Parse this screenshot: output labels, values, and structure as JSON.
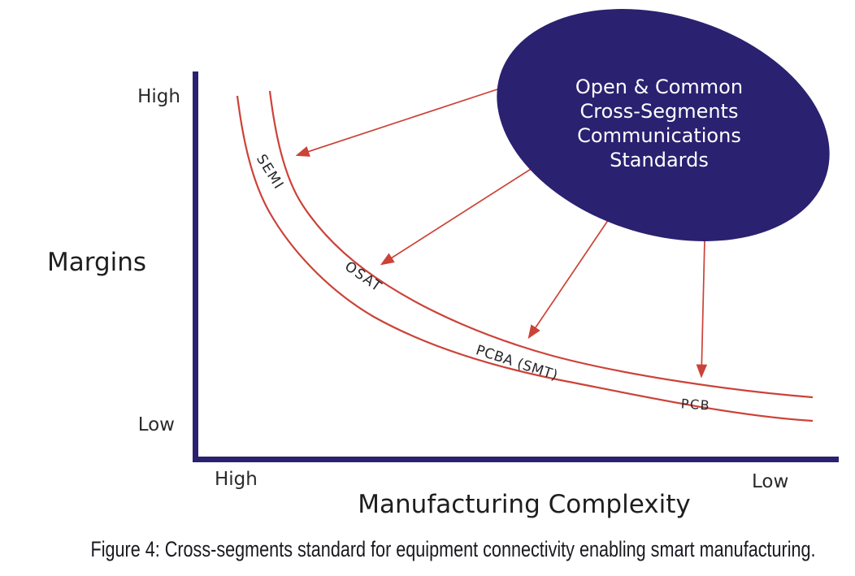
{
  "figure": {
    "type": "conceptual-curve-diagram",
    "caption": "Figure 4: Cross-segments standard for equipment connectivity enabling smart manufacturing.",
    "y_axis": {
      "label": "Margins",
      "top_tick": "High",
      "bottom_tick": "Low"
    },
    "x_axis": {
      "label": "Manufacturing Complexity",
      "left_tick": "High",
      "right_tick": "Low"
    },
    "bubble": {
      "lines": [
        "Open & Common",
        "Cross-Segments",
        "Communications",
        "Standards"
      ]
    },
    "segments": [
      {
        "label": "SEMI"
      },
      {
        "label": "OSAT"
      },
      {
        "label": "PCBA (SMT)"
      },
      {
        "label": "PCB"
      }
    ],
    "arrows": [
      {
        "from": "bubble",
        "to": "SEMI"
      },
      {
        "from": "bubble",
        "to": "OSAT"
      },
      {
        "from": "bubble",
        "to": "PCBA (SMT)"
      },
      {
        "from": "bubble",
        "to": "PCB"
      }
    ],
    "colors": {
      "axis_navy": "#2a2170",
      "curve_red": "#cc4238",
      "bubble_fill": "#2a2170",
      "bubble_text": "#ffffff",
      "label_text": "#1e1e1e"
    }
  }
}
